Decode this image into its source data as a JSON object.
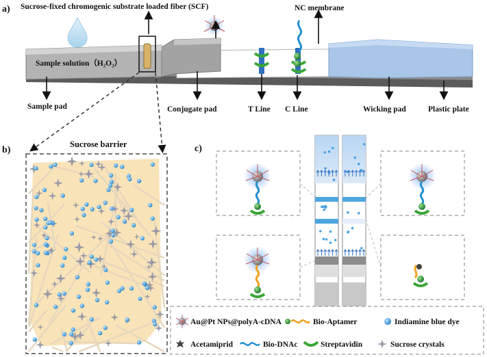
{
  "panel_a": {
    "letter": "a)",
    "scf_label": "Sucrose-fixed chromogenic substrate loaded fiber (SCF)",
    "nc_membrane": "NC membrane",
    "sample_solution": "Sample solution（H₂O₂）",
    "sample_pad": "Sample pad",
    "conjugate_pad": "Conjugate pad",
    "t_line": "T Line",
    "c_line": "C Line",
    "wicking_pad": "Wicking pad",
    "plastic_plate": "Plastic plate"
  },
  "panel_b": {
    "letter": "b)",
    "title": "Sucrose barrier"
  },
  "panel_c": {
    "letter": "c)"
  },
  "legend": {
    "items": [
      "Au@Pt NPs@polyA-cDNA",
      "Bio-Aptamer",
      "Indiamine blue dye",
      "Acetamiprid",
      "Bio-DNAc",
      "Streptavidin",
      "Sucrose crystals"
    ]
  },
  "colors": {
    "pad_gray": "#a9a9a9",
    "wicking_blue": "#a9c5e8",
    "fiber_bg": "#f9e3b8",
    "dye_blue": "#4aa3df",
    "dna_blue": "#1f8fd1",
    "aptamer_orange": "#f0a020",
    "streptavidin_green": "#3aa635",
    "sucrose_gray": "#9a9aa6"
  }
}
